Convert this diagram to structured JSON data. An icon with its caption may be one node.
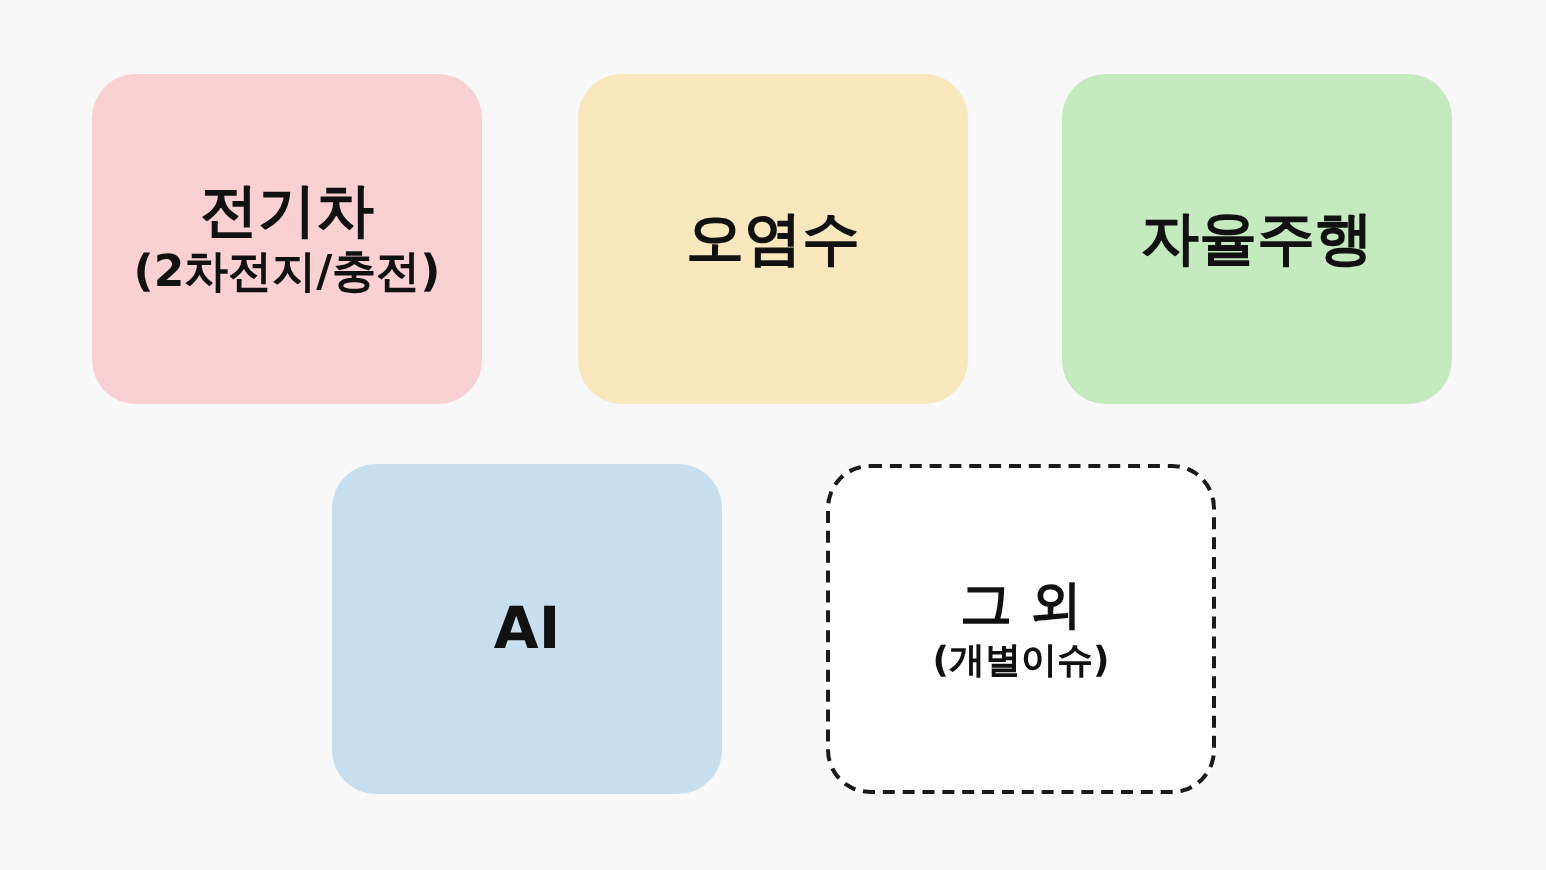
{
  "diagram": {
    "nodes": [
      {
        "text": [
          "전기차",
          "(2차전지/충전)"
        ]
      },
      {
        "text": [
          "오염수"
        ]
      },
      {
        "text": [
          "자율주행"
        ]
      },
      {
        "text": [
          "AI"
        ]
      },
      {
        "text": [
          "그 외",
          "(개별이슈)"
        ]
      }
    ]
  }
}
